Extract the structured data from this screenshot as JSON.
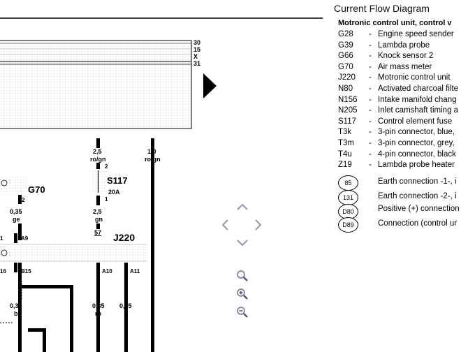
{
  "legend": {
    "title": "Current Flow Diagram",
    "heading": "Motronic control unit, control v",
    "items": [
      {
        "code": "G28",
        "desc": "Engine speed sender"
      },
      {
        "code": "G39",
        "desc": "Lambda probe"
      },
      {
        "code": "G66",
        "desc": "Knock sensor 2"
      },
      {
        "code": "G70",
        "desc": "Air mass meter"
      },
      {
        "code": "J220",
        "desc": "Motronic control unit"
      },
      {
        "code": "N80",
        "desc": "Activated charcoal filte"
      },
      {
        "code": "N156",
        "desc": "Intake manifold chang"
      },
      {
        "code": "N205",
        "desc": "Inlet camshaft timing a"
      },
      {
        "code": "S117",
        "desc": "Control element fuse"
      },
      {
        "code": "T3k",
        "desc": "3-pin connector, blue,"
      },
      {
        "code": "T3m",
        "desc": "3-pin connector, grey,"
      },
      {
        "code": "T4u",
        "desc": "4-pin connector, black"
      },
      {
        "code": "Z19",
        "desc": "Lambda probe heater"
      }
    ],
    "symbols": [
      {
        "code": "85",
        "desc": "Earth connection -1-, i"
      },
      {
        "code": "131",
        "desc": "Earth connection -2-, i"
      },
      {
        "code": "D80",
        "desc": "Positive (+) connection"
      },
      {
        "code": "D89",
        "desc": "Connection (control ur"
      }
    ]
  },
  "diagram": {
    "bus_labels": [
      "30",
      "15",
      "X",
      "31"
    ],
    "wire_left": {
      "size": "2,5",
      "color": "ro/gn",
      "pin": "2"
    },
    "wire_right": {
      "size": "1,0",
      "color": "ro/gn"
    },
    "fuse_label": "S117",
    "fuse_rating": "20A",
    "fuse_pin": "1",
    "fuse_out": {
      "size": "2,5",
      "color": "gn",
      "terminal": "57"
    },
    "g70_label": "G70",
    "g70_pin": "2",
    "g70_wire": {
      "size": "0,35",
      "color": "ge"
    },
    "j220_label": "J220",
    "pins": {
      "a9": "A9",
      "b15": "B15",
      "a10": "A10",
      "a11": "A11",
      "left1": "1",
      "left16": "16"
    },
    "lower_wires": [
      {
        "size": "0,35",
        "color": "bl"
      },
      {
        "size": "0,35",
        "color": "ro"
      },
      {
        "size": "0,35",
        "color": "li"
      }
    ]
  },
  "nav": {
    "icons": [
      "chevron-up-icon",
      "chevron-left-icon",
      "chevron-right-icon",
      "chevron-down-icon",
      "zoom-fit-icon",
      "zoom-in-icon",
      "zoom-out-icon"
    ]
  }
}
